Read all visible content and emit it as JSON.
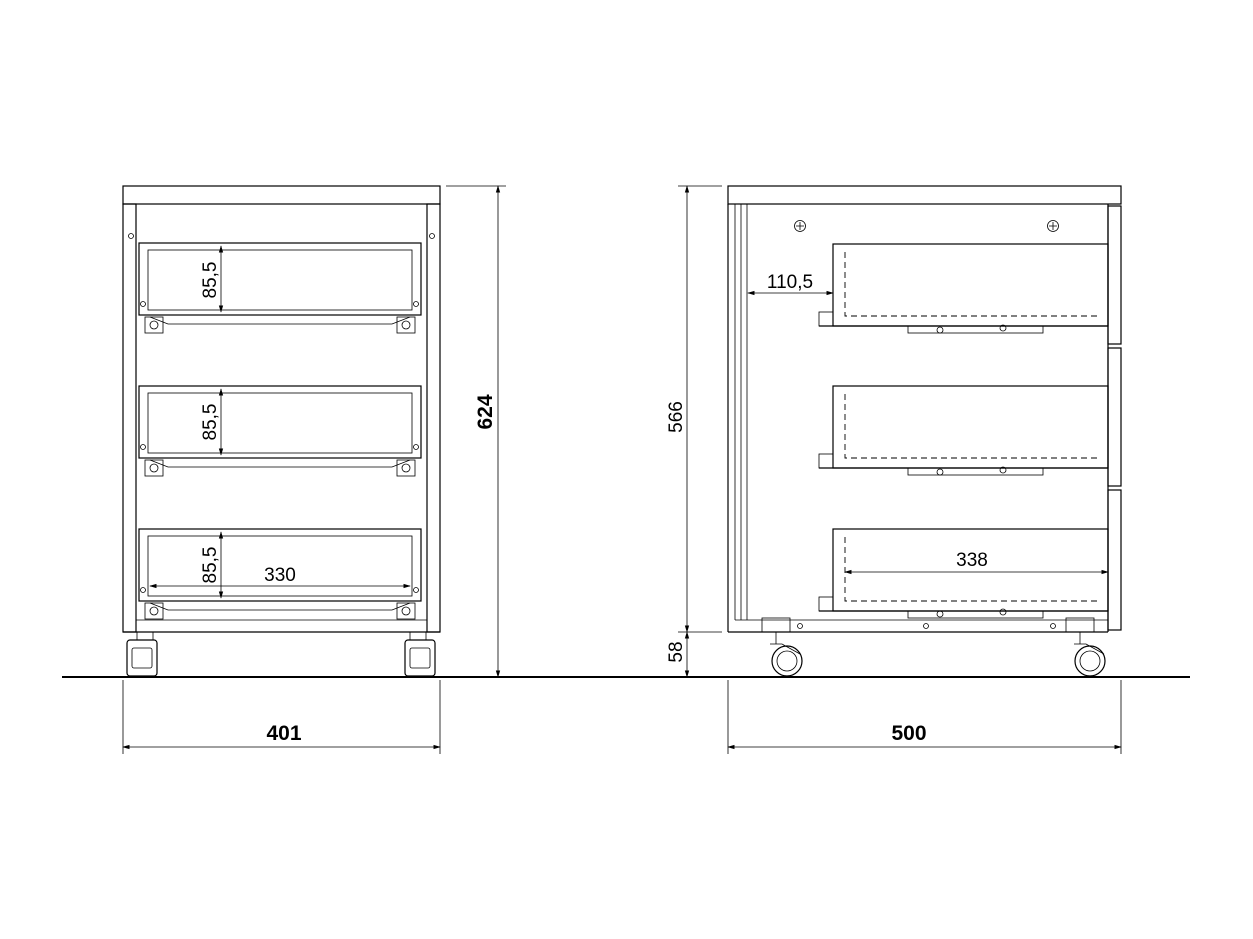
{
  "front_view": {
    "width_label": "401",
    "height_label": "624",
    "drawer_height_labels": [
      "85,5",
      "85,5",
      "85,5"
    ],
    "inner_width_label": "330"
  },
  "side_view": {
    "depth_label": "500",
    "body_height_label": "566",
    "base_height_label": "58",
    "setback_label": "110,5",
    "drawer_depth_label": "338"
  }
}
